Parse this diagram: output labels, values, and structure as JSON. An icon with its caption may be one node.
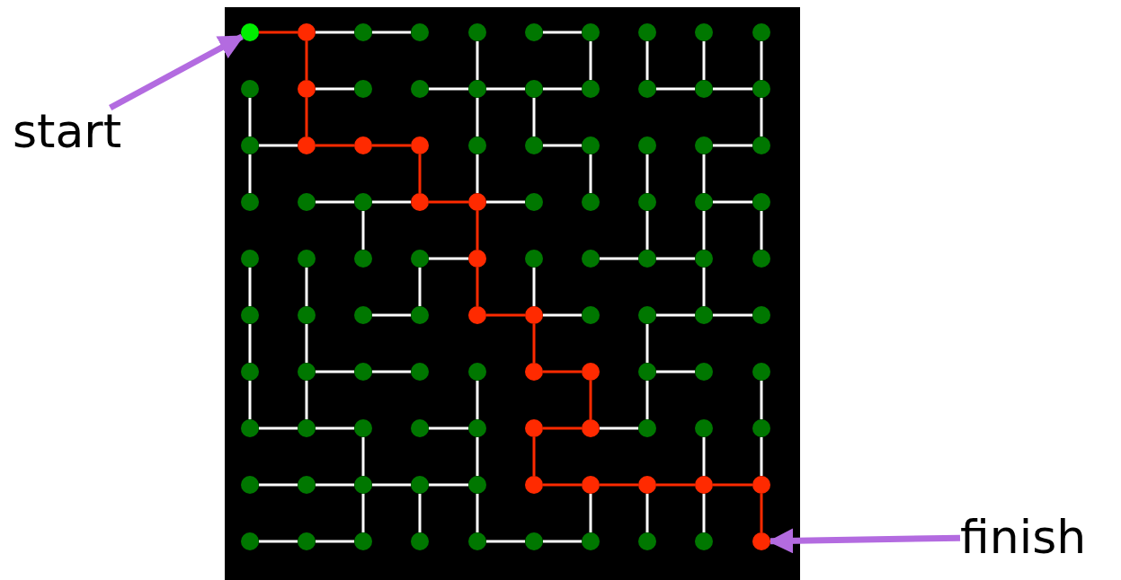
{
  "diagram": {
    "nodes": [
      {
        "text": [],
        "shape": "circle"
      },
      {
        "text": [],
        "shape": "circle"
      },
      {
        "text": [],
        "shape": "circle"
      },
      {
        "text": [],
        "shape": "circle"
      },
      {
        "text": [],
        "shape": "circle"
      },
      {
        "text": [],
        "shape": "circle"
      },
      {
        "text": [],
        "shape": "circle"
      },
      {
        "text": [],
        "shape": "circle"
      },
      {
        "text": [],
        "shape": "circle"
      },
      {
        "text": [],
        "shape": "circle"
      },
      {
        "text": [],
        "shape": "circle"
      },
      {
        "text": [],
        "shape": "circle"
      },
      {
        "text": [],
        "shape": "circle"
      },
      {
        "text": [],
        "shape": "circle"
      },
      {
        "text": [],
        "shape": "circle"
      },
      {
        "text": [],
        "shape": "circle"
      },
      {
        "text": [],
        "shape": "circle"
      },
      {
        "text": [],
        "shape": "circle"
      },
      {
        "text": [],
        "shape": "circle"
      },
      {
        "text": [],
        "shape": "circle"
      },
      {
        "text": [],
        "shape": "circle"
      },
      {
        "text": [],
        "shape": "circle"
      },
      {
        "text": [],
        "shape": "circle"
      },
      {
        "text": [],
        "shape": "circle"
      },
      {
        "text": [],
        "shape": "circle"
      },
      {
        "text": [],
        "shape": "circle"
      },
      {
        "text": [],
        "shape": "circle"
      },
      {
        "text": [],
        "shape": "circle"
      },
      {
        "text": [],
        "shape": "circle"
      },
      {
        "text": [],
        "shape": "circle"
      },
      {
        "text": [],
        "shape": "circle"
      },
      {
        "text": [],
        "shape": "circle"
      },
      {
        "text": [],
        "shape": "circle"
      },
      {
        "text": [],
        "shape": "circle"
      },
      {
        "text": [],
        "shape": "circle"
      },
      {
        "text": [],
        "shape": "circle"
      },
      {
        "text": [],
        "shape": "circle"
      },
      {
        "text": [],
        "shape": "circle"
      },
      {
        "text": [],
        "shape": "circle"
      },
      {
        "text": [],
        "shape": "circle"
      },
      {
        "text": [],
        "shape": "circle"
      },
      {
        "text": [],
        "shape": "circle"
      },
      {
        "text": [],
        "shape": "circle"
      },
      {
        "text": [],
        "shape": "circle"
      },
      {
        "text": [],
        "shape": "circle"
      },
      {
        "text": [],
        "shape": "circle"
      },
      {
        "text": [],
        "shape": "circle"
      },
      {
        "text": [],
        "shape": "circle"
      },
      {
        "text": [],
        "shape": "circle"
      },
      {
        "text": [],
        "shape": "circle"
      },
      {
        "text": [],
        "shape": "circle"
      },
      {
        "text": [],
        "shape": "circle"
      },
      {
        "text": [],
        "shape": "circle"
      },
      {
        "text": [],
        "shape": "circle"
      },
      {
        "text": [],
        "shape": "circle"
      },
      {
        "text": [],
        "shape": "circle"
      },
      {
        "text": [],
        "shape": "circle"
      },
      {
        "text": [],
        "shape": "circle"
      },
      {
        "text": [],
        "shape": "circle"
      },
      {
        "text": [],
        "shape": "circle"
      },
      {
        "text": [],
        "shape": "circle"
      },
      {
        "text": [],
        "shape": "circle"
      },
      {
        "text": [],
        "shape": "circle"
      },
      {
        "text": [],
        "shape": "circle"
      },
      {
        "text": [],
        "shape": "circle"
      },
      {
        "text": [],
        "shape": "circle"
      },
      {
        "text": [],
        "shape": "circle"
      },
      {
        "text": [],
        "shape": "circle"
      },
      {
        "text": [],
        "shape": "circle"
      },
      {
        "text": [],
        "shape": "circle"
      },
      {
        "text": [],
        "shape": "circle"
      },
      {
        "text": [],
        "shape": "circle"
      },
      {
        "text": [],
        "shape": "circle"
      },
      {
        "text": [],
        "shape": "circle"
      },
      {
        "text": [],
        "shape": "circle"
      },
      {
        "text": [],
        "shape": "circle"
      },
      {
        "text": [],
        "shape": "circle"
      },
      {
        "text": [],
        "shape": "circle"
      },
      {
        "text": [],
        "shape": "circle"
      },
      {
        "text": [],
        "shape": "circle"
      },
      {
        "text": [],
        "shape": "circle"
      },
      {
        "text": [],
        "shape": "circle"
      },
      {
        "text": [],
        "shape": "circle"
      },
      {
        "text": [],
        "shape": "circle"
      },
      {
        "text": [],
        "shape": "circle"
      },
      {
        "text": [],
        "shape": "circle"
      },
      {
        "text": [],
        "shape": "circle"
      },
      {
        "text": [],
        "shape": "circle"
      },
      {
        "text": [],
        "shape": "circle"
      },
      {
        "text": [],
        "shape": "circle"
      },
      {
        "text": [],
        "shape": "circle"
      },
      {
        "text": [],
        "shape": "circle"
      },
      {
        "text": [],
        "shape": "circle"
      },
      {
        "text": [],
        "shape": "circle"
      },
      {
        "text": [],
        "shape": "circle"
      },
      {
        "text": [],
        "shape": "circle"
      },
      {
        "text": [],
        "shape": "circle"
      },
      {
        "text": [],
        "shape": "circle"
      },
      {
        "text": [],
        "shape": "circle"
      },
      {
        "text": [],
        "shape": "circle"
      },
      {
        "text": [
          "start"
        ]
      },
      {
        "text": [
          "finish"
        ]
      }
    ],
    "edges": [
      {
        "from": 0,
        "to": 1,
        "arrow": "none",
        "color": "#ff2a00"
      },
      {
        "from": 1,
        "to": 2,
        "arrow": "none"
      },
      {
        "from": 2,
        "to": 3,
        "arrow": "none"
      },
      {
        "from": 5,
        "to": 6,
        "arrow": "none"
      },
      {
        "from": 1,
        "to": 11,
        "arrow": "none",
        "color": "#ff2a00"
      },
      {
        "from": 4,
        "to": 14,
        "arrow": "none"
      },
      {
        "from": 6,
        "to": 16,
        "arrow": "none"
      },
      {
        "from": 7,
        "to": 17,
        "arrow": "none"
      },
      {
        "from": 8,
        "to": 18,
        "arrow": "none"
      },
      {
        "from": 9,
        "to": 19,
        "arrow": "none"
      },
      {
        "from": 11,
        "to": 12,
        "arrow": "none"
      },
      {
        "from": 13,
        "to": 14,
        "arrow": "none"
      },
      {
        "from": 14,
        "to": 15,
        "arrow": "none"
      },
      {
        "from": 15,
        "to": 16,
        "arrow": "none"
      },
      {
        "from": 17,
        "to": 18,
        "arrow": "none"
      },
      {
        "from": 18,
        "to": 19,
        "arrow": "none"
      },
      {
        "from": 10,
        "to": 20,
        "arrow": "none"
      },
      {
        "from": 11,
        "to": 21,
        "arrow": "none",
        "color": "#ff2a00"
      },
      {
        "from": 14,
        "to": 24,
        "arrow": "none"
      },
      {
        "from": 15,
        "to": 25,
        "arrow": "none"
      },
      {
        "from": 19,
        "to": 29,
        "arrow": "none"
      },
      {
        "from": 20,
        "to": 21,
        "arrow": "none"
      },
      {
        "from": 21,
        "to": 22,
        "arrow": "none",
        "color": "#ff2a00"
      },
      {
        "from": 22,
        "to": 23,
        "arrow": "none",
        "color": "#ff2a00"
      },
      {
        "from": 25,
        "to": 26,
        "arrow": "none"
      },
      {
        "from": 28,
        "to": 29,
        "arrow": "none"
      },
      {
        "from": 20,
        "to": 30,
        "arrow": "none"
      },
      {
        "from": 23,
        "to": 33,
        "arrow": "none",
        "color": "#ff2a00"
      },
      {
        "from": 24,
        "to": 34,
        "arrow": "none"
      },
      {
        "from": 26,
        "to": 36,
        "arrow": "none"
      },
      {
        "from": 27,
        "to": 37,
        "arrow": "none"
      },
      {
        "from": 28,
        "to": 38,
        "arrow": "none"
      },
      {
        "from": 31,
        "to": 32,
        "arrow": "none"
      },
      {
        "from": 32,
        "to": 33,
        "arrow": "none"
      },
      {
        "from": 33,
        "to": 34,
        "arrow": "none",
        "color": "#ff2a00"
      },
      {
        "from": 34,
        "to": 35,
        "arrow": "none"
      },
      {
        "from": 38,
        "to": 39,
        "arrow": "none"
      },
      {
        "from": 32,
        "to": 42,
        "arrow": "none"
      },
      {
        "from": 34,
        "to": 44,
        "arrow": "none",
        "color": "#ff2a00"
      },
      {
        "from": 37,
        "to": 47,
        "arrow": "none"
      },
      {
        "from": 38,
        "to": 48,
        "arrow": "none"
      },
      {
        "from": 39,
        "to": 49,
        "arrow": "none"
      },
      {
        "from": 43,
        "to": 44,
        "arrow": "none"
      },
      {
        "from": 46,
        "to": 47,
        "arrow": "none"
      },
      {
        "from": 47,
        "to": 48,
        "arrow": "none"
      },
      {
        "from": 40,
        "to": 50,
        "arrow": "none"
      },
      {
        "from": 41,
        "to": 51,
        "arrow": "none"
      },
      {
        "from": 43,
        "to": 53,
        "arrow": "none"
      },
      {
        "from": 44,
        "to": 54,
        "arrow": "none",
        "color": "#ff2a00"
      },
      {
        "from": 45,
        "to": 55,
        "arrow": "none"
      },
      {
        "from": 48,
        "to": 58,
        "arrow": "none"
      },
      {
        "from": 52,
        "to": 53,
        "arrow": "none"
      },
      {
        "from": 54,
        "to": 55,
        "arrow": "none",
        "color": "#ff2a00"
      },
      {
        "from": 55,
        "to": 56,
        "arrow": "none"
      },
      {
        "from": 57,
        "to": 58,
        "arrow": "none"
      },
      {
        "from": 58,
        "to": 59,
        "arrow": "none"
      },
      {
        "from": 50,
        "to": 60,
        "arrow": "none"
      },
      {
        "from": 51,
        "to": 61,
        "arrow": "none"
      },
      {
        "from": 55,
        "to": 65,
        "arrow": "none",
        "color": "#ff2a00"
      },
      {
        "from": 57,
        "to": 67,
        "arrow": "none"
      },
      {
        "from": 61,
        "to": 62,
        "arrow": "none"
      },
      {
        "from": 62,
        "to": 63,
        "arrow": "none"
      },
      {
        "from": 65,
        "to": 66,
        "arrow": "none",
        "color": "#ff2a00"
      },
      {
        "from": 67,
        "to": 68,
        "arrow": "none"
      },
      {
        "from": 60,
        "to": 70,
        "arrow": "none"
      },
      {
        "from": 61,
        "to": 71,
        "arrow": "none"
      },
      {
        "from": 64,
        "to": 74,
        "arrow": "none"
      },
      {
        "from": 66,
        "to": 76,
        "arrow": "none",
        "color": "#ff2a00"
      },
      {
        "from": 67,
        "to": 77,
        "arrow": "none"
      },
      {
        "from": 69,
        "to": 79,
        "arrow": "none"
      },
      {
        "from": 70,
        "to": 71,
        "arrow": "none"
      },
      {
        "from": 71,
        "to": 72,
        "arrow": "none"
      },
      {
        "from": 73,
        "to": 74,
        "arrow": "none"
      },
      {
        "from": 75,
        "to": 76,
        "arrow": "none",
        "color": "#ff2a00"
      },
      {
        "from": 76,
        "to": 77,
        "arrow": "none"
      },
      {
        "from": 72,
        "to": 82,
        "arrow": "none"
      },
      {
        "from": 74,
        "to": 84,
        "arrow": "none"
      },
      {
        "from": 75,
        "to": 85,
        "arrow": "none",
        "color": "#ff2a00"
      },
      {
        "from": 78,
        "to": 88,
        "arrow": "none"
      },
      {
        "from": 79,
        "to": 89,
        "arrow": "none"
      },
      {
        "from": 80,
        "to": 81,
        "arrow": "none"
      },
      {
        "from": 81,
        "to": 82,
        "arrow": "none"
      },
      {
        "from": 82,
        "to": 83,
        "arrow": "none"
      },
      {
        "from": 83,
        "to": 84,
        "arrow": "none"
      },
      {
        "from": 85,
        "to": 86,
        "arrow": "none",
        "color": "#ff2a00"
      },
      {
        "from": 86,
        "to": 87,
        "arrow": "none",
        "color": "#ff2a00"
      },
      {
        "from": 87,
        "to": 88,
        "arrow": "none",
        "color": "#ff2a00"
      },
      {
        "from": 88,
        "to": 89,
        "arrow": "none",
        "color": "#ff2a00"
      },
      {
        "from": 82,
        "to": 92,
        "arrow": "none"
      },
      {
        "from": 83,
        "to": 93,
        "arrow": "none"
      },
      {
        "from": 84,
        "to": 94,
        "arrow": "none"
      },
      {
        "from": 86,
        "to": 96,
        "arrow": "none"
      },
      {
        "from": 87,
        "to": 97,
        "arrow": "none"
      },
      {
        "from": 88,
        "to": 98,
        "arrow": "none"
      },
      {
        "from": 89,
        "to": 99,
        "arrow": "none",
        "color": "#ff2a00"
      },
      {
        "from": 90,
        "to": 91,
        "arrow": "none"
      },
      {
        "from": 91,
        "to": 92,
        "arrow": "none"
      },
      {
        "from": 94,
        "to": 95,
        "arrow": "none"
      },
      {
        "from": 95,
        "to": 96,
        "arrow": "none"
      },
      {
        "from": 100,
        "to": 0,
        "arrow": "to",
        "style": "thick",
        "color": "#b36be0"
      },
      {
        "from": 101,
        "to": 99,
        "arrow": "to",
        "style": "thick",
        "color": "#b36be0"
      }
    ]
  }
}
